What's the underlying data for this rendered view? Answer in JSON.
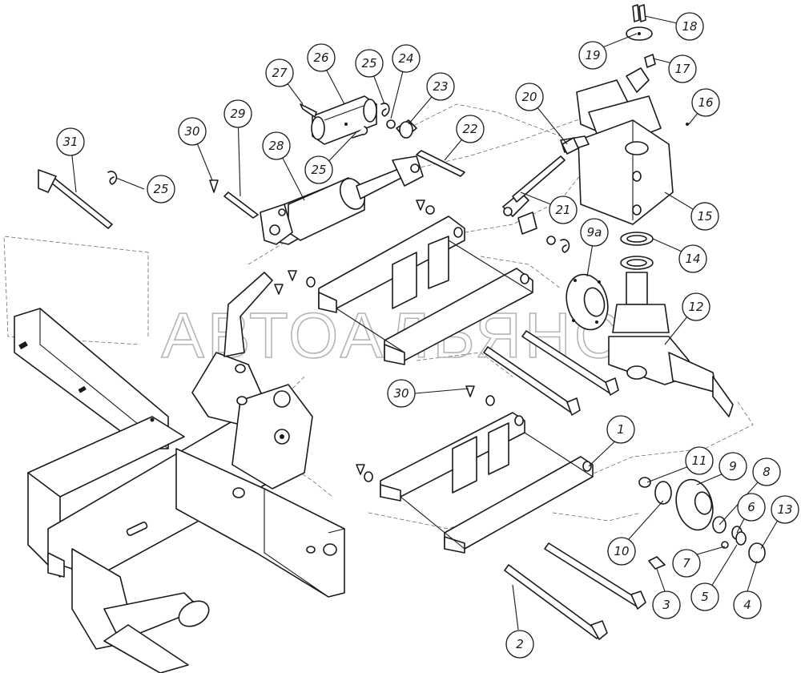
{
  "watermark": "АВТОАЛЬЯНС",
  "callouts": [
    "1",
    "2",
    "3",
    "4",
    "5",
    "6",
    "7",
    "8",
    "9",
    "9a",
    "10",
    "11",
    "12",
    "13",
    "14",
    "15",
    "16",
    "17",
    "18",
    "19",
    "20",
    "21",
    "22",
    "23",
    "24",
    "25",
    "25",
    "25",
    "26",
    "27",
    "28",
    "29",
    "30",
    "30",
    "31"
  ],
  "colors": {
    "line": "#1a1a1a",
    "background": "#ffffff",
    "watermark": "#b5b5b5",
    "dashed": "#6b6b6b"
  }
}
